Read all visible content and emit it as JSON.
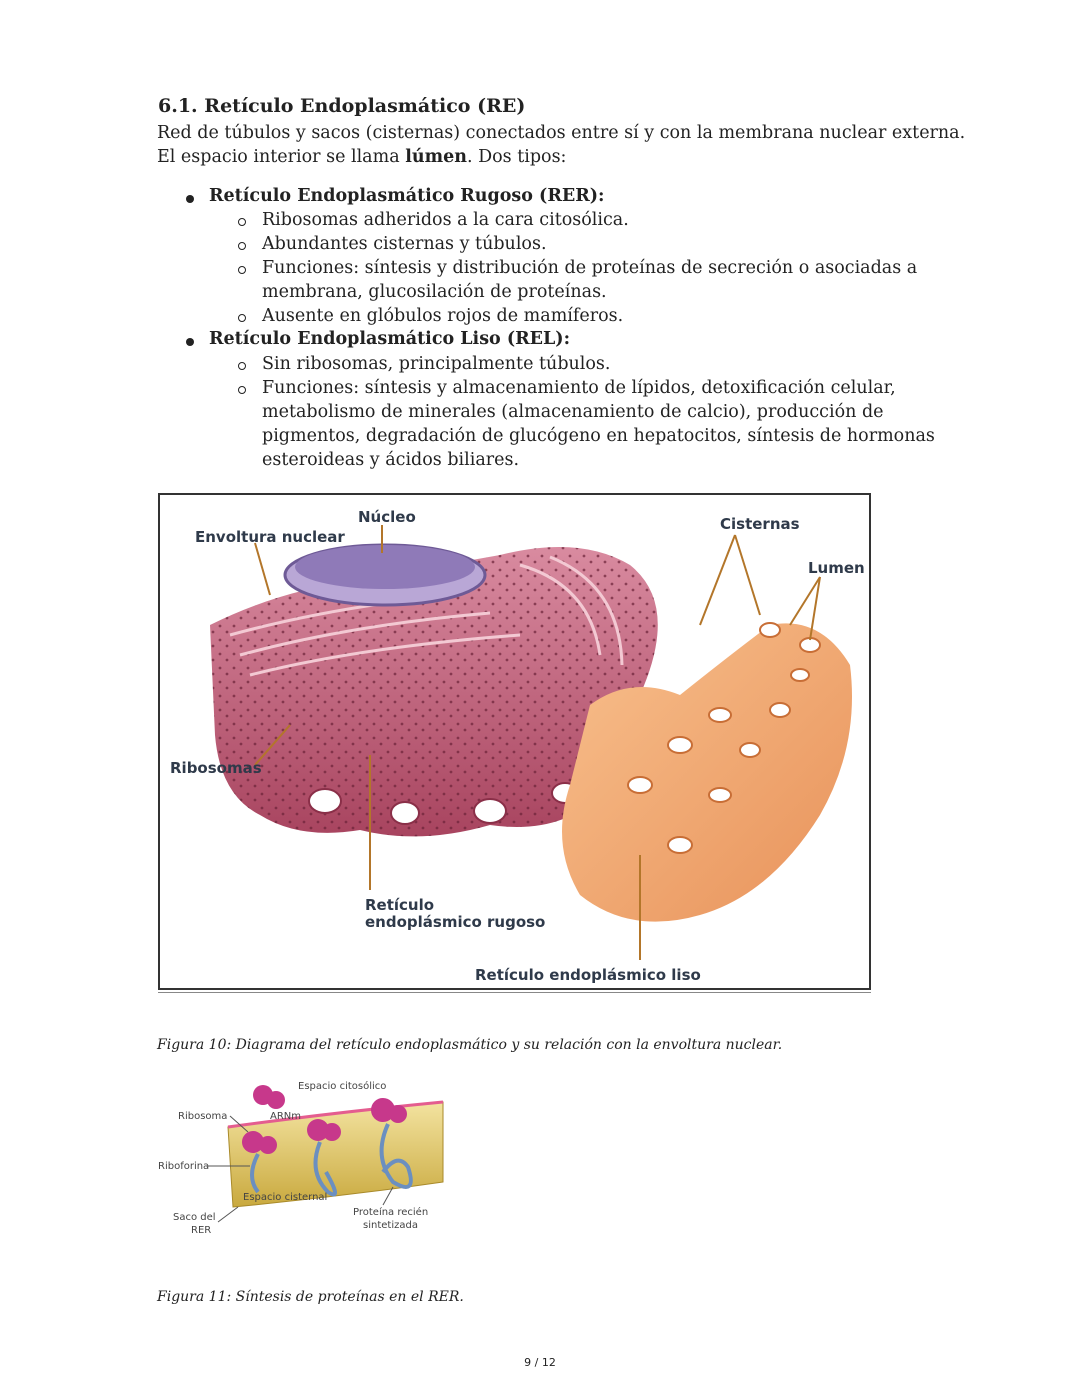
{
  "section": {
    "title": "6.1. Retículo Endoplasmático (RE)",
    "intro_line1": "Red de túbulos y sacos (cisternas) conectados entre sí y con la membrana nuclear externa.",
    "intro_line2_a": "El espacio interior se llama ",
    "intro_line2_bold": "lúmen",
    "intro_line2_b": ". Dos tipos:"
  },
  "rer": {
    "heading": "Retículo Endoplasmático Rugoso (RER):",
    "items": [
      "Ribosomas adheridos a la cara citosólica.",
      "Abundantes cisternas y túbulos.",
      "Funciones: síntesis y distribución de proteínas de secreción o asociadas a",
      "membrana, glucosilación de proteínas.",
      "Ausente en glóbulos rojos de mamíferos."
    ]
  },
  "rel": {
    "heading": "Retículo Endoplasmático Liso (REL):",
    "items": [
      "Sin ribosomas, principalmente túbulos.",
      "Funciones: síntesis y almacenamiento de lípidos, detoxificación celular,",
      "metabolismo de minerales (almacenamiento de calcio), producción de",
      "pigmentos, degradación de glucógeno en hepatocitos, síntesis de hormonas",
      "esteroideas y ácidos biliares."
    ]
  },
  "figure10": {
    "labels": {
      "envoltura": "Envoltura nuclear",
      "nucleo": "Núcleo",
      "cisternas": "Cisternas",
      "lumen": "Lumen",
      "ribosomas": "Ribosomas",
      "rer_line1": "Retículo",
      "rer_line2": "endoplásmico rugoso",
      "rel": "Retículo endoplásmico liso"
    },
    "caption": "Figura 10: Diagrama del retículo endoplasmático y su relación con la envoltura nuclear."
  },
  "figure11": {
    "labels": {
      "espacio_citosolico": "Espacio citosólico",
      "ribosoma": "Ribosoma",
      "arnm": "ARNm",
      "riboforina": "Riboforina",
      "espacio_cisternal": "Espacio cisternal",
      "saco_line1": "Saco del",
      "saco_line2": "RER",
      "proteina_line1": "Proteína recién",
      "proteina_line2": "sintetizada"
    },
    "caption": "Figura 11: Síntesis de proteínas en el RER."
  },
  "footer": {
    "page": "9 / 12"
  },
  "colors": {
    "rer": "#b8546e",
    "rel": "#f0a76a",
    "nucleus": "#8f7ab8",
    "label": "#2f3a4a"
  }
}
